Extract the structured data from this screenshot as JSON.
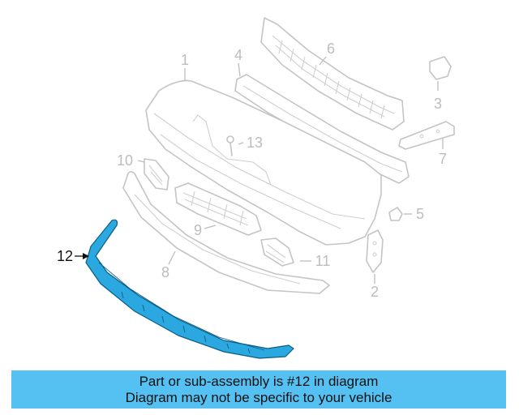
{
  "diagram": {
    "highlight_color": "#2aa8df",
    "callouts": [
      {
        "id": "1",
        "label": "1"
      },
      {
        "id": "2",
        "label": "2"
      },
      {
        "id": "3",
        "label": "3"
      },
      {
        "id": "4",
        "label": "4"
      },
      {
        "id": "5",
        "label": "5"
      },
      {
        "id": "6",
        "label": "6"
      },
      {
        "id": "7",
        "label": "7"
      },
      {
        "id": "8",
        "label": "8"
      },
      {
        "id": "9",
        "label": "9"
      },
      {
        "id": "10",
        "label": "10"
      },
      {
        "id": "11",
        "label": "11"
      },
      {
        "id": "12",
        "label": "12"
      },
      {
        "id": "13",
        "label": "13"
      }
    ],
    "highlighted_part": "12"
  },
  "banner": {
    "line1": "Part or sub-assembly is #12 in diagram",
    "line2": "Diagram may not be specific to your vehicle",
    "background": "#55c1f2"
  }
}
